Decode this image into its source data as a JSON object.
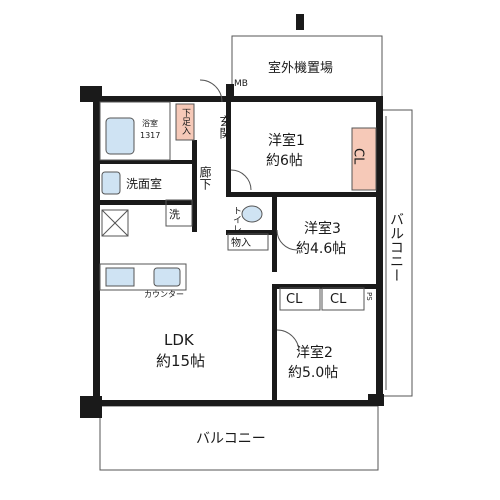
{
  "rooms": {
    "outdoor_unit": "室外機置場",
    "mb": "MB",
    "entrance": "玄関",
    "shoe_rack": "下足入",
    "bath": "浴室",
    "bath_size": "1317",
    "washroom": "洗面室",
    "washer": "洗",
    "hallway": "廊下",
    "toilet": "トイレ",
    "storage": "物入",
    "room1_name": "洋室1",
    "room1_size": "約6帖",
    "room2_name": "洋室2",
    "room2_size": "約5.0帖",
    "room3_name": "洋室3",
    "room3_size": "約4.6帖",
    "ldk_name": "LDK",
    "ldk_size": "約15帖",
    "counter": "カウンター",
    "closet": "CL",
    "ps": "PS",
    "balcony": "バルコニー"
  },
  "colors": {
    "wall": "#1a1a1a",
    "closet_fill": "#f6c9b8",
    "wet_fill": "#cfe3f3"
  }
}
